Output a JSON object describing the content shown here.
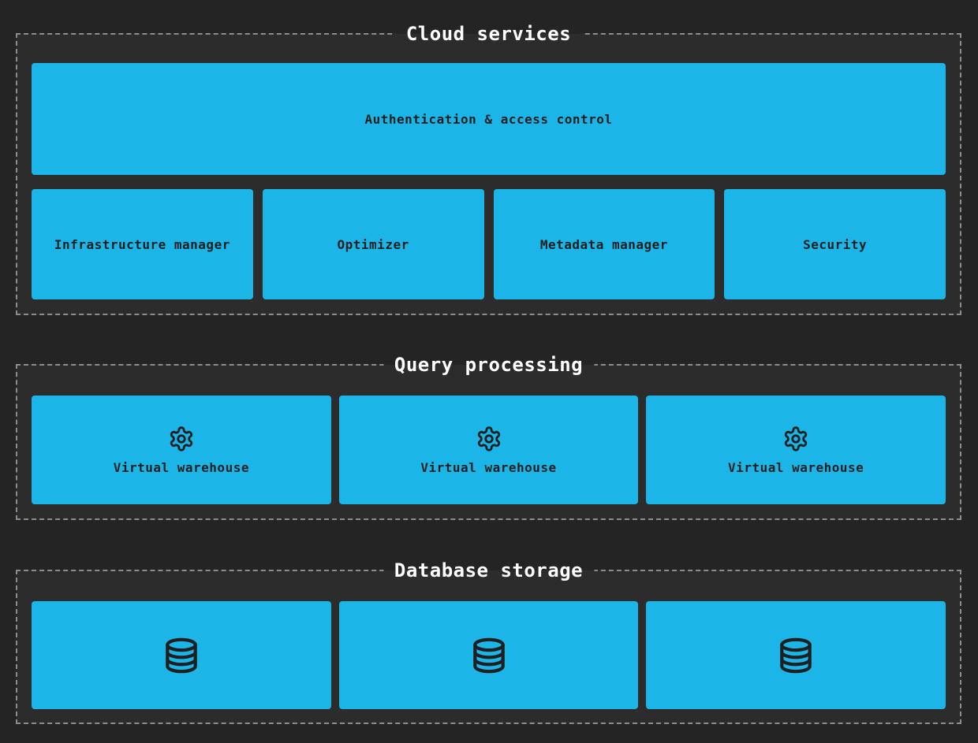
{
  "colors": {
    "background": "#242424",
    "panel_background": "#2c2c2c",
    "dashed_border": "#8d8d8d",
    "node_fill": "#1cb5e8",
    "node_text": "#1f1f1f",
    "title_text": "#ffffff"
  },
  "sections": {
    "cloud_services": {
      "title": "Cloud services",
      "auth_box": "Authentication & access control",
      "boxes": [
        "Infrastructure manager",
        "Optimizer",
        "Metadata manager",
        "Security"
      ]
    },
    "query_processing": {
      "title": "Query processing",
      "warehouses": [
        {
          "icon": "gear-icon",
          "label": "Virtual warehouse"
        },
        {
          "icon": "gear-icon",
          "label": "Virtual warehouse"
        },
        {
          "icon": "gear-icon",
          "label": "Virtual warehouse"
        }
      ]
    },
    "database_storage": {
      "title": "Database storage",
      "databases": [
        {
          "icon": "database-icon"
        },
        {
          "icon": "database-icon"
        },
        {
          "icon": "database-icon"
        }
      ]
    }
  }
}
